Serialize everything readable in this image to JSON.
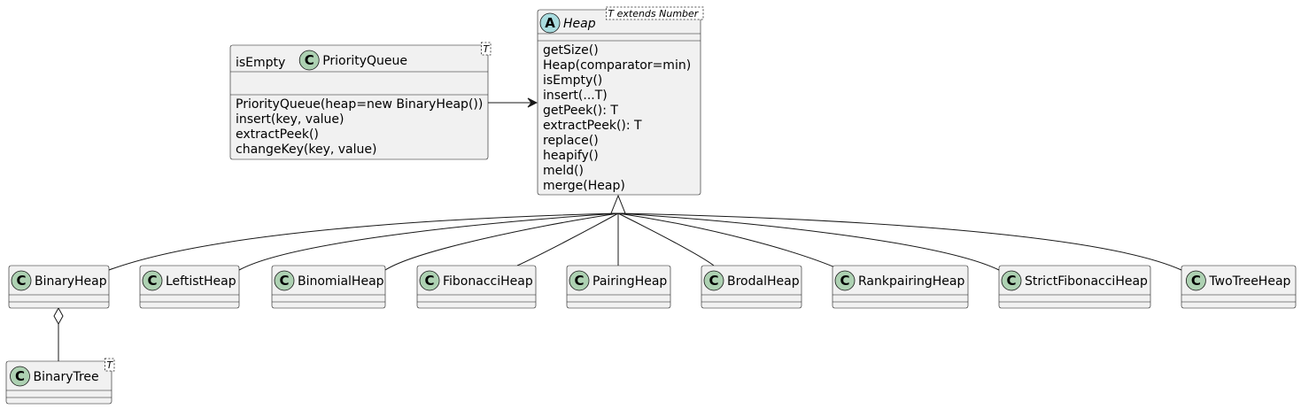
{
  "diagram": {
    "type": "uml-class-diagram",
    "colors": {
      "class_fill": "#f1f1f1",
      "border": "#181818",
      "class_badge": "#add1b2",
      "abstract_badge": "#a9dcdf"
    },
    "classes": [
      {
        "id": "priorityqueue",
        "name": "PriorityQueue",
        "stereotype": "C",
        "generic": "T",
        "abstract": false,
        "fields": [
          "isEmpty"
        ],
        "methods": [
          "PriorityQueue(heap=new BinaryHeap())",
          "insert(key, value)",
          "extractPeek()",
          "changeKey(key, value)"
        ]
      },
      {
        "id": "heap",
        "name": "Heap",
        "stereotype": "A",
        "generic": "T extends Number",
        "abstract": true,
        "fields": [],
        "methods": [
          "getSize()",
          "Heap(comparator=min)",
          "isEmpty()",
          "insert(...T)",
          "getPeek(): T",
          "extractPeek(): T",
          "replace()",
          "heapify()",
          "meld()",
          "merge(Heap)"
        ]
      },
      {
        "id": "binaryheap",
        "name": "BinaryHeap",
        "stereotype": "C",
        "generic": "",
        "abstract": false,
        "fields": [],
        "methods": []
      },
      {
        "id": "leftistheap",
        "name": "LeftistHeap",
        "stereotype": "C",
        "generic": "",
        "abstract": false,
        "fields": [],
        "methods": []
      },
      {
        "id": "binomialheap",
        "name": "BinomialHeap",
        "stereotype": "C",
        "generic": "",
        "abstract": false,
        "fields": [],
        "methods": []
      },
      {
        "id": "fibonacciheap",
        "name": "FibonacciHeap",
        "stereotype": "C",
        "generic": "",
        "abstract": false,
        "fields": [],
        "methods": []
      },
      {
        "id": "pairingheap",
        "name": "PairingHeap",
        "stereotype": "C",
        "generic": "",
        "abstract": false,
        "fields": [],
        "methods": []
      },
      {
        "id": "brodalheap",
        "name": "BrodalHeap",
        "stereotype": "C",
        "generic": "",
        "abstract": false,
        "fields": [],
        "methods": []
      },
      {
        "id": "rankpairingheap",
        "name": "RankpairingHeap",
        "stereotype": "C",
        "generic": "",
        "abstract": false,
        "fields": [],
        "methods": []
      },
      {
        "id": "strictfibonacciheap",
        "name": "StrictFibonacciHeap",
        "stereotype": "C",
        "generic": "",
        "abstract": false,
        "fields": [],
        "methods": []
      },
      {
        "id": "twotreeheap",
        "name": "TwoTreeHeap",
        "stereotype": "C",
        "generic": "",
        "abstract": false,
        "fields": [],
        "methods": []
      },
      {
        "id": "binarytree",
        "name": "BinaryTree",
        "stereotype": "C",
        "generic": "T",
        "abstract": false,
        "fields": [],
        "methods": []
      }
    ],
    "relations": [
      {
        "type": "association",
        "from": "priorityqueue",
        "to": "heap"
      },
      {
        "type": "inheritance",
        "from": "binaryheap",
        "to": "heap"
      },
      {
        "type": "inheritance",
        "from": "leftistheap",
        "to": "heap"
      },
      {
        "type": "inheritance",
        "from": "binomialheap",
        "to": "heap"
      },
      {
        "type": "inheritance",
        "from": "fibonacciheap",
        "to": "heap"
      },
      {
        "type": "inheritance",
        "from": "pairingheap",
        "to": "heap"
      },
      {
        "type": "inheritance",
        "from": "brodalheap",
        "to": "heap"
      },
      {
        "type": "inheritance",
        "from": "rankpairingheap",
        "to": "heap"
      },
      {
        "type": "inheritance",
        "from": "strictfibonacciheap",
        "to": "heap"
      },
      {
        "type": "inheritance",
        "from": "twotreeheap",
        "to": "heap"
      },
      {
        "type": "aggregation",
        "from": "binarytree",
        "to": "binaryheap"
      }
    ]
  }
}
